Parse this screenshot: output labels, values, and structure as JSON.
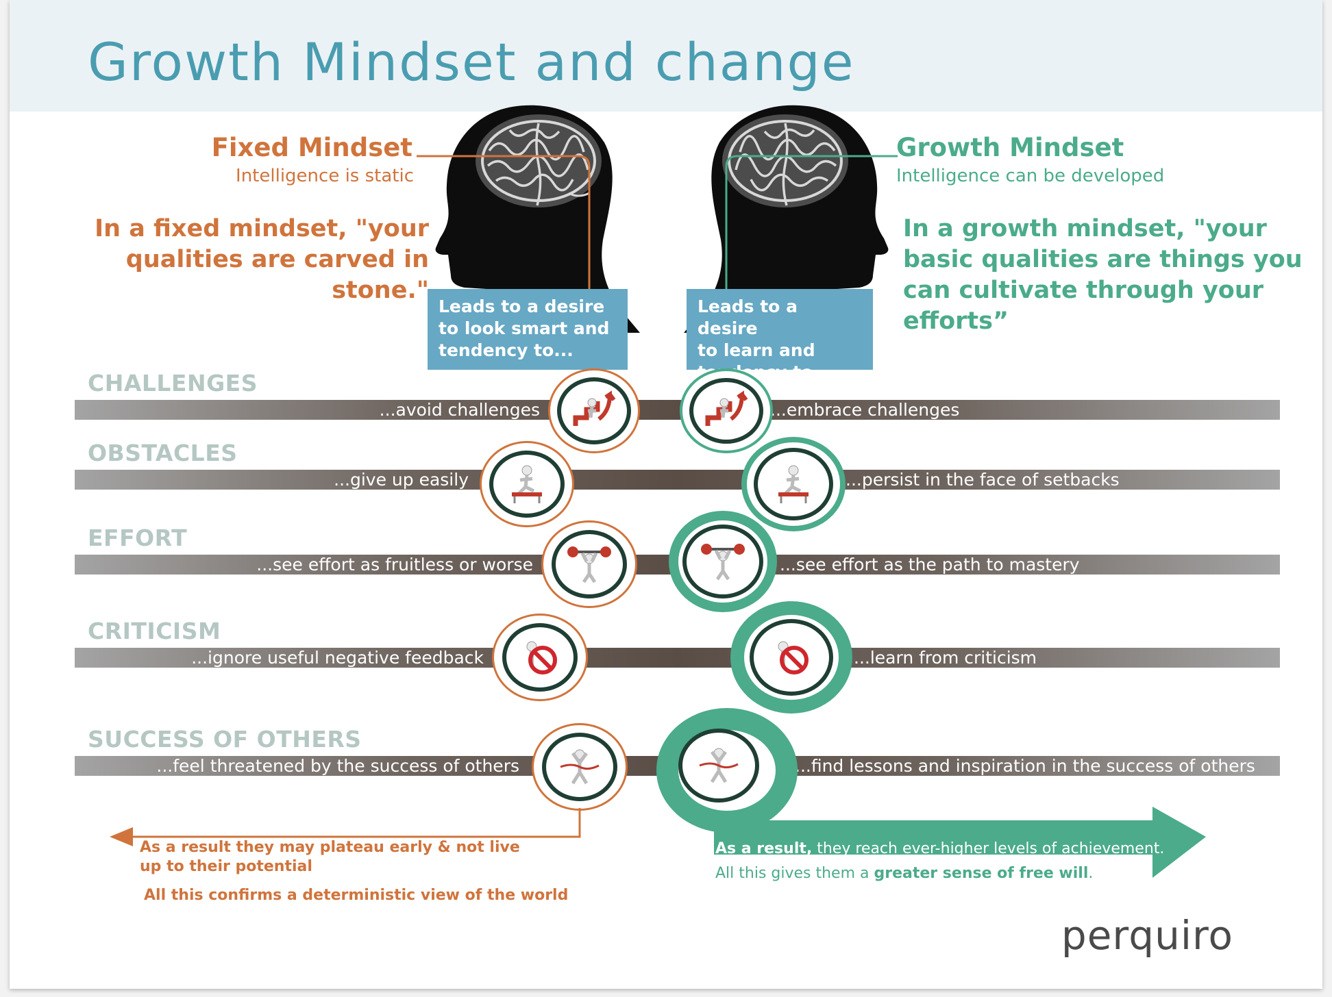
{
  "title": "Growth Mindset and change",
  "fixed": {
    "heading": "Fixed Mindset",
    "subheading": "Intelligence is static",
    "quote": [
      "In a fixed mindset, \"your",
      "qualities are carved in",
      "stone.\""
    ],
    "desire_box": [
      "Leads to a desire",
      "to look smart  and",
      "tendency to..."
    ]
  },
  "growth": {
    "heading": "Growth Mindset",
    "subheading": "Intelligence can be developed",
    "quote": [
      "In a growth mindset, \"your",
      "basic qualities are things you",
      "can cultivate through your",
      "efforts”"
    ],
    "desire_box": [
      "Leads to a desire",
      "to learn and",
      "tendency to..."
    ]
  },
  "rows": [
    {
      "label": "CHALLENGES",
      "fixed": "...avoid challenges",
      "growth": "...embrace challenges",
      "icon": "staircase-arrow-icon"
    },
    {
      "label": "OBSTACLES",
      "fixed": "...give up easily",
      "growth": "...persist in the face of setbacks",
      "icon": "hurdle-jump-icon"
    },
    {
      "label": "EFFORT",
      "fixed": "...see effort as fruitless or worse",
      "growth": "...see effort as the path to mastery",
      "icon": "weightlifter-icon"
    },
    {
      "label": "CRITICISM",
      "fixed": "...ignore useful negative feedback",
      "growth": "...learn from criticism",
      "icon": "stop-sign-icon"
    },
    {
      "label": "SUCCESS OF OTHERS",
      "fixed": "...feel threatened by the success of others",
      "growth": "...find lessons and inspiration in the success of others",
      "icon": "finish-line-icon"
    }
  ],
  "result": {
    "fixed_line1_bold": "As a result",
    "fixed_line1_rest": "  they may plateau early & not live",
    "fixed_line2": "up to their potential",
    "fixed_conclusion_pre": "All this confirms a ",
    "fixed_conclusion_bold": "deterministic view of the world",
    "growth_line1_bold": "As a result,",
    "growth_line1_rest": " they reach ever-higher levels of achievement.",
    "growth_conclusion_pre": "All this gives them a ",
    "growth_conclusion_bold": "greater sense of free will",
    "growth_conclusion_end": "."
  },
  "logo": "perquiro",
  "colors": {
    "fixed": "#d0743c",
    "growth": "#4bab8b",
    "title": "#4a9db0",
    "box": "#67a8c4",
    "row_label": "#b5c7c2"
  }
}
